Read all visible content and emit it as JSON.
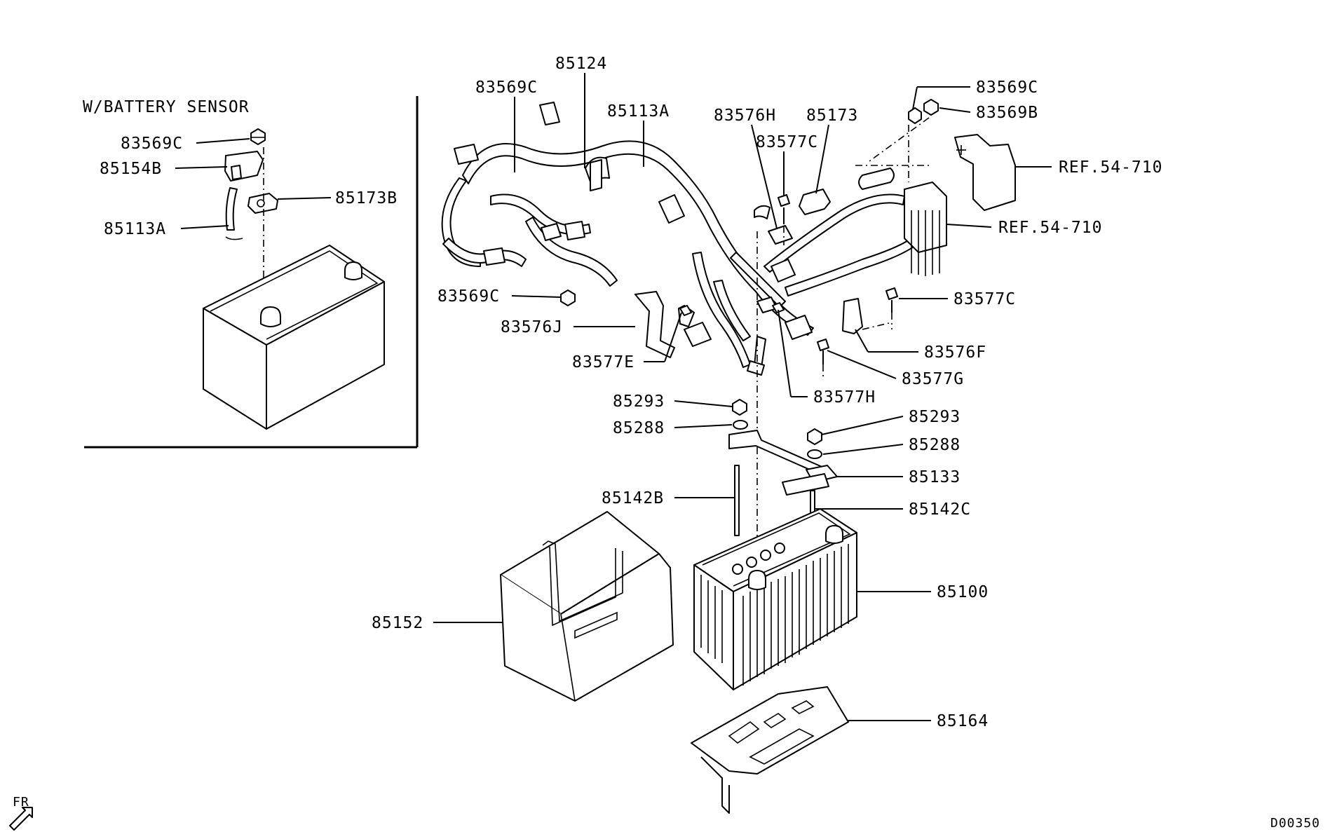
{
  "diagram": {
    "inset_title": "W/BATTERY SENSOR",
    "orientation_label": "FR",
    "drawing_code": "D00350",
    "inset_callouts": [
      "83569C",
      "85154B",
      "85113A",
      "85173B"
    ],
    "main_callouts": [
      "85124",
      "83569C",
      "85113A",
      "83576H",
      "85173",
      "83577C",
      "83569C",
      "83569B",
      "REF.54-710",
      "REF.54-710",
      "83569C",
      "83577C",
      "83576J",
      "83577E",
      "83576F",
      "83577G",
      "83577H",
      "85293",
      "85288",
      "85293",
      "85288",
      "85133",
      "85142B",
      "85142C",
      "85100",
      "85152",
      "85164"
    ]
  }
}
